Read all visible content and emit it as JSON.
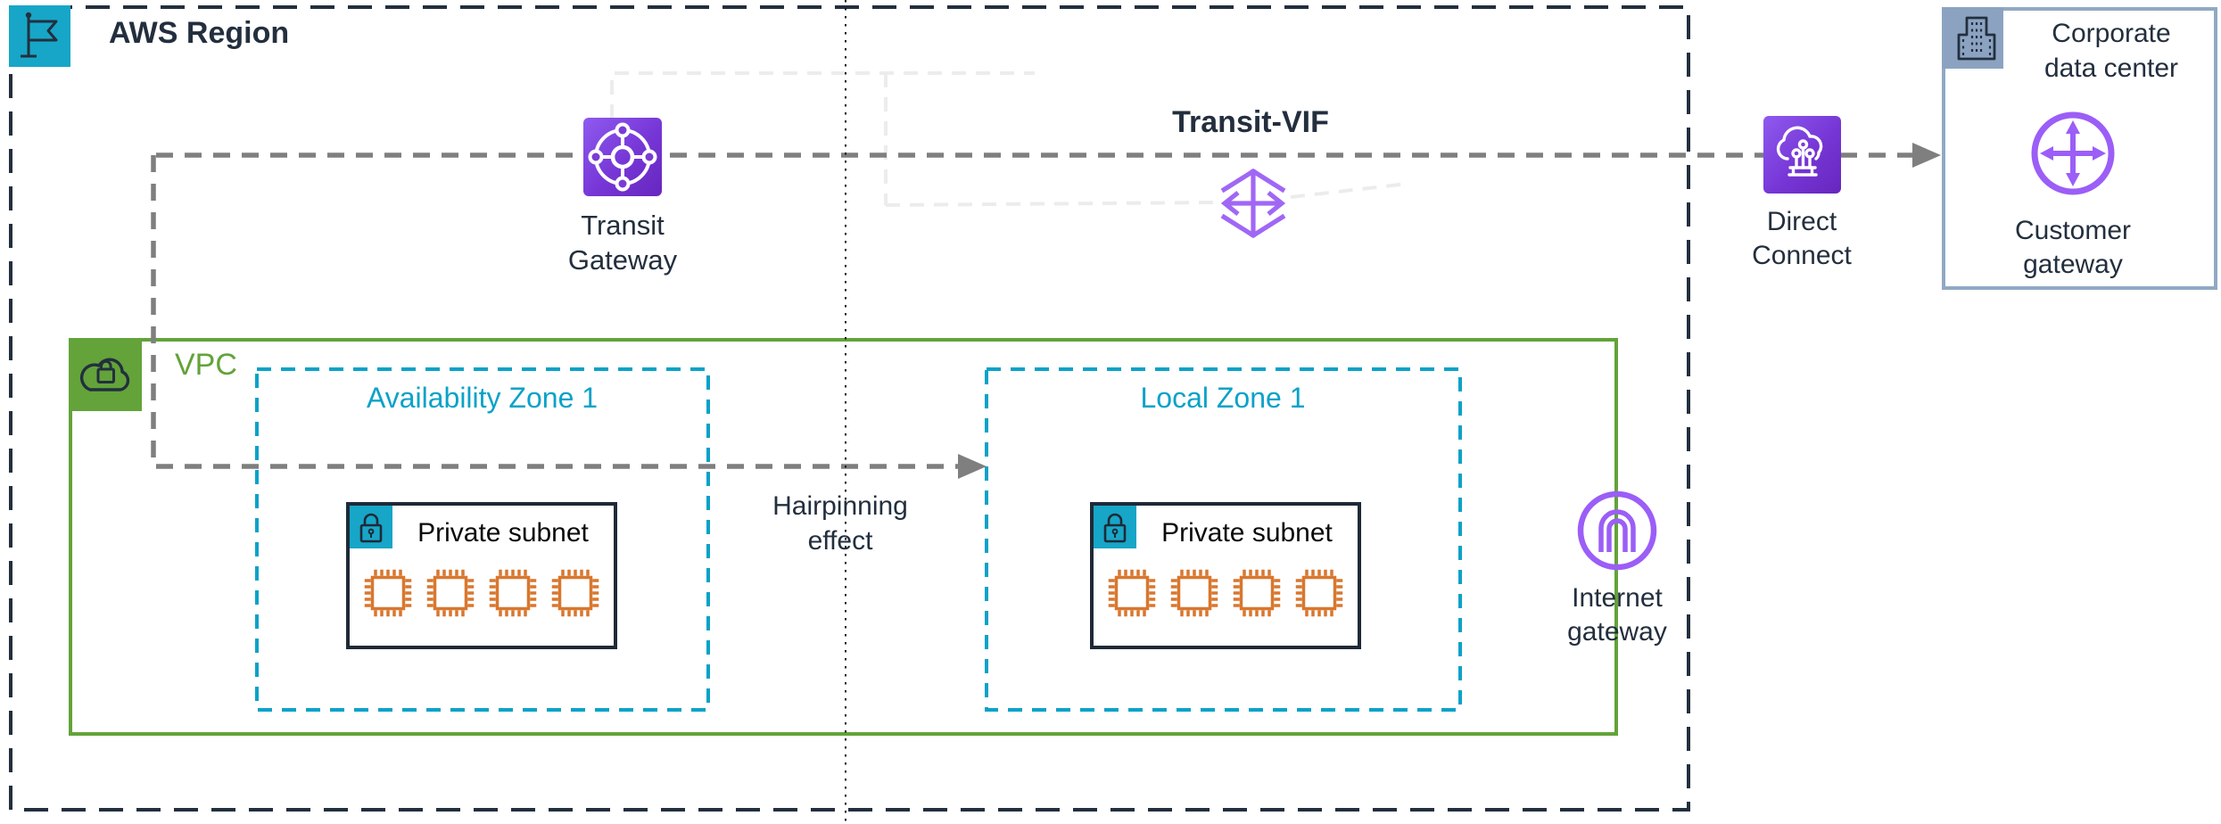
{
  "region": {
    "label": "AWS Region"
  },
  "vpc": {
    "label": "VPC"
  },
  "zones": [
    {
      "label": "Availability Zone 1",
      "subnet": {
        "label": "Private subnet",
        "instance_count": 4
      }
    },
    {
      "label": "Local Zone 1",
      "subnet": {
        "label": "Private subnet",
        "instance_count": 4
      }
    }
  ],
  "nodes": {
    "transit_gateway": {
      "label": "Transit Gateway"
    },
    "transit_vif": {
      "label": "Transit-VIF"
    },
    "direct_connect": {
      "label": "Direct Connect"
    },
    "internet_gateway": {
      "label": "Internet gateway"
    },
    "customer_gateway": {
      "label": "Customer gateway"
    },
    "corporate_data_center": {
      "label": "Corporate data center"
    }
  },
  "annotations": {
    "hairpinning": "Hairpinning effect"
  },
  "colors": {
    "region_border": "#232F3E",
    "region_icon_bg": "#17A6C8",
    "zone_border": "#0AA2C8",
    "vpc_green": "#63A33A",
    "subnet_border": "#1F2A37",
    "subnet_icon_bg": "#17A6C8",
    "instance_orange": "#D9772E",
    "gateway_purple_gradient_start": "#8F5AEF",
    "gateway_purple_gradient_end": "#6726BE",
    "outline_purple": "#9B5EF7",
    "wire_gray": "#7F7F7F",
    "corp_border": "#90A9C4",
    "corp_icon_bg": "#8BA3C1",
    "text_dark": "#232F3E"
  }
}
